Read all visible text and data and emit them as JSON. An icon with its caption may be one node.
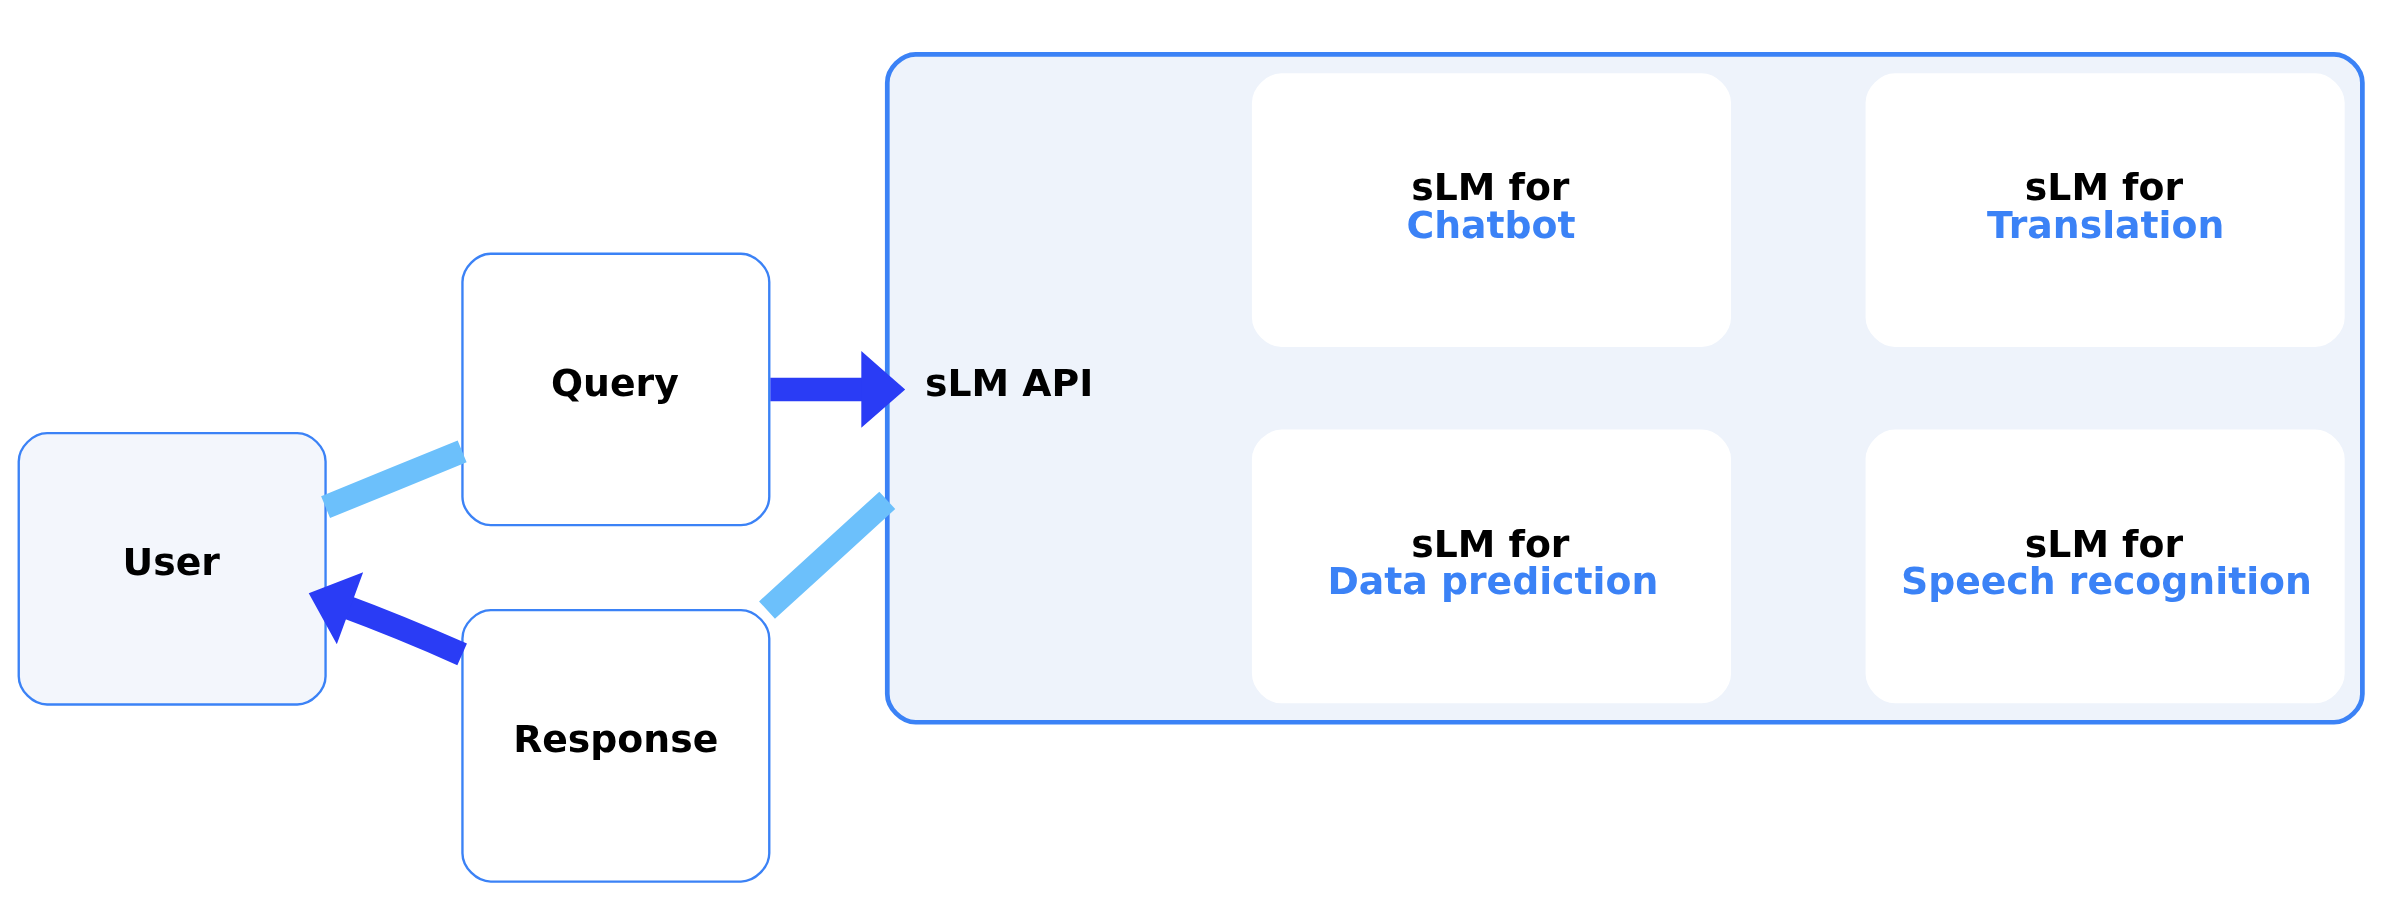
{
  "diagram": {
    "nodes": [
      {
        "text": [
          "User"
        ]
      },
      {
        "text": [
          "Query"
        ]
      },
      {
        "text": [
          "Response"
        ]
      },
      {
        "text": [],
        "shape": "box"
      },
      {
        "text": [
          "sLM API"
        ],
        "in": 3
      },
      {
        "text": [
          "sLM for",
          "Data prediction"
        ],
        "in": 3
      },
      {
        "text": [
          "sLM for",
          "Speech recognition"
        ],
        "in": 3
      },
      {
        "text": [
          "sLM for",
          "Chatbot"
        ],
        "in": 3
      },
      {
        "text": [
          "sLM for",
          "Translation"
        ],
        "in": 3
      }
    ],
    "edges": [
      {
        "from": 0,
        "to": 1,
        "arrow": "none",
        "color": "#6cc0fb"
      },
      {
        "from": 1,
        "to": 3,
        "arrow": "to",
        "color": "#2a3cf5"
      },
      {
        "from": 3,
        "to": 2,
        "arrow": "none",
        "color": "#6cc0fb"
      },
      {
        "from": 2,
        "to": 0,
        "arrow": "to",
        "color": "#2a3cf5"
      }
    ]
  }
}
